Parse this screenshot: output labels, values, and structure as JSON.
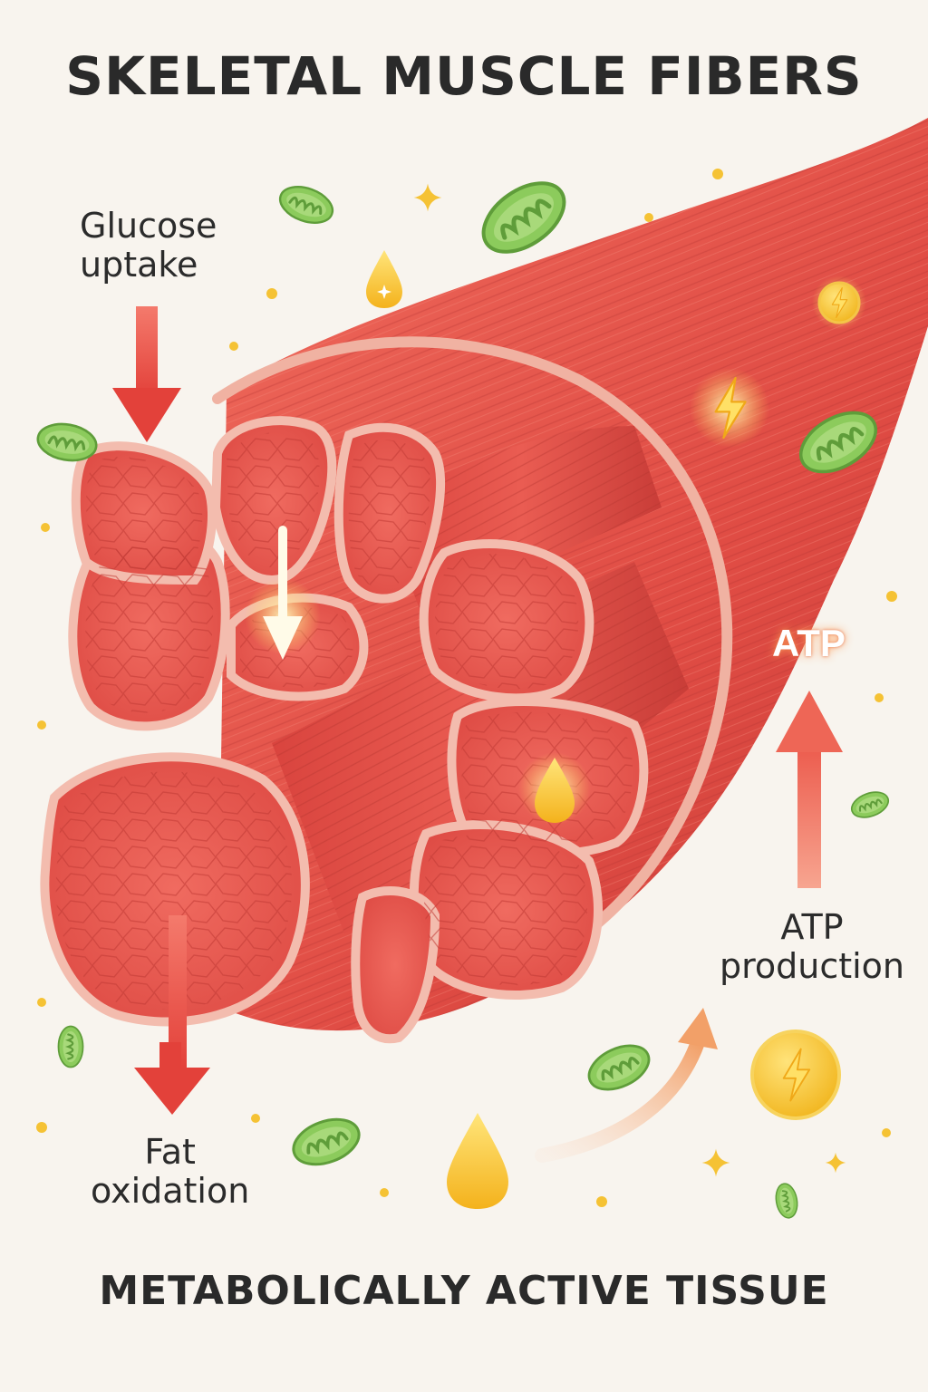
{
  "title": "SKELETAL MUSCLE FIBERS",
  "footer": "METABOLICALLY ACTIVE TISSUE",
  "labels": {
    "glucose": {
      "line1": "Glucose",
      "line2": "uptake"
    },
    "fat": {
      "line1": "Fat",
      "line2": "oxidation"
    },
    "atp_production": {
      "line1": "ATP",
      "line2": "production"
    },
    "atp_mark": "ATP"
  },
  "colors": {
    "background": "#f8f4ee",
    "muscle": "#e2524a",
    "muscle_dark": "#c93d38",
    "sheath": "#f0b2a2",
    "mitochondria": "#7dbb4f",
    "energy": "#f5c234",
    "arrow": "#e9463d"
  },
  "icons": [
    "mitochondria-icon",
    "fat-droplet-icon",
    "lightning-icon",
    "sparkle-icon",
    "energy-coin-icon"
  ]
}
